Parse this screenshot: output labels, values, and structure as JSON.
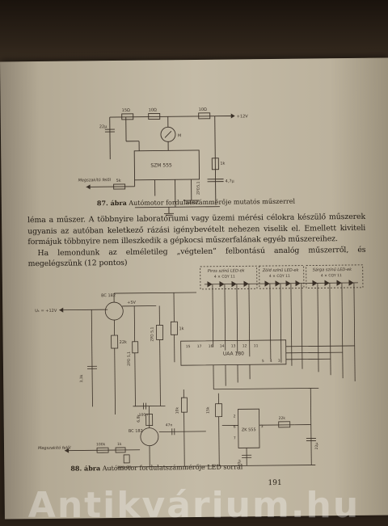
{
  "figure1": {
    "caption_number": "87. ábra",
    "caption_text": "Autómotor fordulatszámmérője mutatós műszerrel",
    "labels": {
      "r1": "15Ω",
      "c1": "22µ",
      "r2": "10Ω",
      "r3": "10Ω",
      "supply": "+12V",
      "meter": "M",
      "ic": "SZM 555",
      "input_label": "Megszakító felől",
      "r_in": "5k",
      "c_timing": "4,7µ",
      "r_timing": "1k",
      "zener": "ZPD5,1"
    }
  },
  "paragraph": {
    "line1": "léma a műszer. A többnyire laboratóriumi vagy üzemi mérési célokra készülő műszerek ugyanis az autóban keletkező rázási igénybevételt nehezen viselik el. Emellett kiviteli formájuk többnyire nem illeszkedik a gépkocsi műszerfalának egyéb műszereihez.",
    "line2": "Ha lemondunk az elméletileg „végtelen” felbontású analóg műszerről, és megelégszünk (12 pontos)"
  },
  "figure2": {
    "caption_number": "88. ábra",
    "caption_text": "Autómotor fordulatszámmérője LED sorral",
    "labels": {
      "led_group_1": "Piros színű LED-ek",
      "led_group_1_type": "4 × CQY 11",
      "led_group_2": "Zöld színű LED-ek",
      "led_group_2_type": "4 × CQY 11",
      "led_group_3": "Sárga színű LED-ek",
      "led_group_3_type": "4 × CQY 11",
      "supply": "U₁ = +12V",
      "transistor1": "BC 182",
      "plus5": "+5V",
      "zener1": "ZPD 5,1",
      "r22k": "22k",
      "r_5k": "3,3k",
      "zener2": "ZPD 5,1",
      "ic_uaa": "UAA 180",
      "r1k": "1k",
      "c100n": "100n",
      "r6k8": "6,8k",
      "r_pin": "10k",
      "transistor2": "BC 182",
      "input_label": "Megszakító felől",
      "r100": "100k",
      "r1k2": "1k",
      "zener3": "ZPD 6,1",
      "c47n": "47n",
      "ic_555": "ZK 555",
      "r15k": "15k",
      "r22k2": "22k",
      "c22u": "22µ",
      "c10u": "10µ",
      "pins_top": [
        "15",
        "17",
        "16",
        "14",
        "13",
        "12",
        "11"
      ],
      "pins_bottom": [
        "5",
        "4",
        "3"
      ],
      "pins_555_left": [
        "2",
        "6",
        "7"
      ],
      "pins_555_right": [
        "3"
      ]
    }
  },
  "page_number": "191",
  "watermark": "Antikvárium.hu"
}
